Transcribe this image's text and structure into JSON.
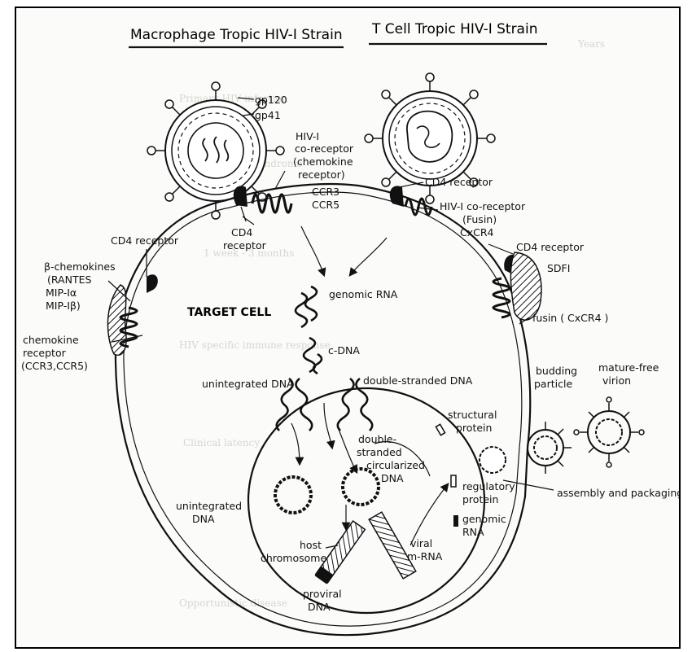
{
  "headers": {
    "left": "Macrophage Tropic HIV-I Strain",
    "right": "T Cell Tropic HIV-I Strain"
  },
  "labels": {
    "gp120": "gp120",
    "gp41": "gp41",
    "coreceptor_l1": "HIV-I",
    "coreceptor_l2": "co-receptor",
    "coreceptor_l3": "(chemokine",
    "coreceptor_l4": "receptor)",
    "ccr3": "CCR3",
    "ccr5": "CCR5",
    "cd4_left_l1": "CD4",
    "cd4_left_l2": "receptor",
    "cd4_right_top": "CD4 receptor",
    "hiv_coreceptor_fusin_l1": "HIV-I co-receptor",
    "hiv_coreceptor_fusin_l2": "(Fusin)",
    "hiv_coreceptor_fusin_l3": "CxCR4",
    "cd4_right_mid": "CD4 receptor",
    "sdfi": "SDFI",
    "fusin": "fusin ( CxCR4 )",
    "cd4_left_side": "CD4 receptor",
    "beta_chemokines_l1": "β-chemokines",
    "beta_chemokines_l2": "(RANTES",
    "beta_chemokines_l3": "MIP-Iα",
    "beta_chemokines_l4": "MIP-Iβ)",
    "chemokine_receptor_l1": "chemokine",
    "chemokine_receptor_l2": "receptor",
    "chemokine_receptor_l3": "(CCR3,CCR5)",
    "target_cell": "TARGET CELL",
    "genomic_rna": "genomic RNA",
    "c_dna": "c-DNA",
    "unintegrated_dna_top": "unintegrated DNA",
    "double_stranded_dna": "double-stranded DNA",
    "budding_particle_l1": "budding",
    "budding_particle_l2": "particle",
    "mature_virion_l1": "mature-free",
    "mature_virion_l2": "virion",
    "structural_protein_l1": "structural",
    "structural_protein_l2": "protein",
    "ds_circ_l1": "double-",
    "ds_circ_l2": "stranded",
    "ds_circ_l3": "circularized",
    "ds_circ_l4": "DNA",
    "assembly": "assembly and packaging",
    "regulatory_l1": "regulatory",
    "regulatory_l2": "protein",
    "genomic_rna2_l1": "genomic",
    "genomic_rna2_l2": "RNA",
    "unintegrated_dna_l1": "unintegrated",
    "unintegrated_dna_l2": "DNA",
    "host_chromosome_l1": "host",
    "host_chromosome_l2": "chromosome",
    "viral_mrna_l1": "viral",
    "viral_mrna_l2": "m-RNA",
    "proviral_l1": "proviral",
    "proviral_l2": "DNA"
  }
}
